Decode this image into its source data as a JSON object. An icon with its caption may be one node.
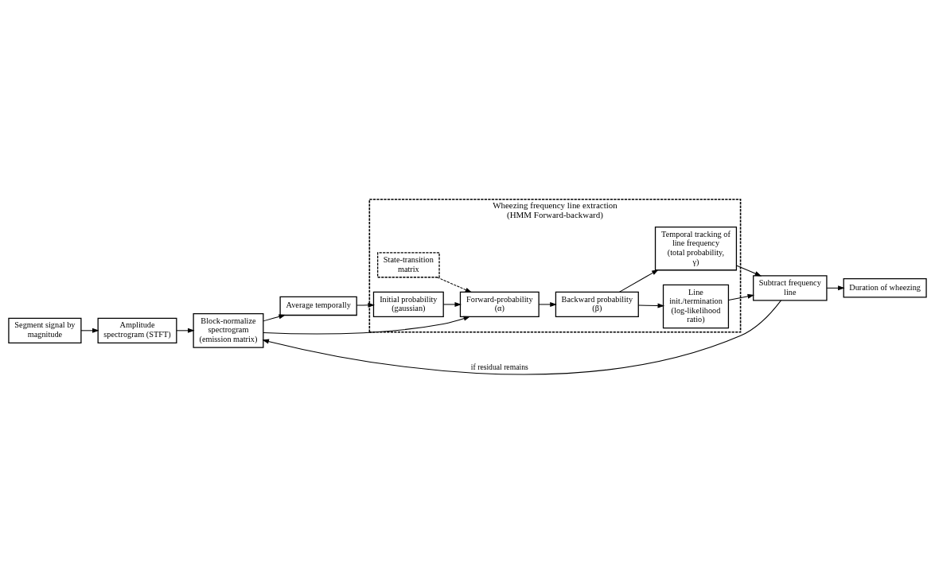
{
  "diagram": {
    "nodes": [
      {
        "text": [
          "Segment signal by magnitude"
        ]
      },
      {
        "text": [
          "Amplitude spectrogram (STFT)"
        ]
      },
      {
        "text": [
          "Block-normalize spectrogram (emission matrix)"
        ]
      },
      {
        "text": [
          "Average temporally"
        ]
      },
      {
        "text": [
          "Wheezing frequency line extraction (HMM Forward-backward)"
        ]
      },
      {
        "text": [
          "Forward-probability (α)"
        ],
        "in": 4
      },
      {
        "text": [
          "State-transition matrix"
        ],
        "in": 4
      },
      {
        "text": [
          "Initial probability (gaussian)"
        ],
        "in": 4
      },
      {
        "text": [
          "Backward probability (β)"
        ],
        "in": 4
      },
      {
        "text": [
          "Temporal tracking of line frequency (total probability, γ)"
        ],
        "in": 4
      },
      {
        "text": [
          "Line init./termination (log-likelihood ratio)"
        ],
        "in": 4
      },
      {
        "text": [
          "Subtract frequency line"
        ]
      },
      {
        "text": [
          "Duration of wheezing"
        ]
      }
    ],
    "edges": [
      {
        "from": 0,
        "to": 1,
        "arrow": "to"
      },
      {
        "from": 1,
        "to": 2,
        "arrow": "to"
      },
      {
        "from": 2,
        "to": 5,
        "arrow": "to"
      },
      {
        "from": 2,
        "to": 3,
        "arrow": "to"
      },
      {
        "from": 3,
        "to": 7,
        "arrow": "to"
      },
      {
        "from": 6,
        "to": 5,
        "arrow": "to",
        "style": "dashed"
      },
      {
        "from": 7,
        "to": 5,
        "arrow": "to"
      },
      {
        "from": 5,
        "to": 8,
        "arrow": "to"
      },
      {
        "from": 8,
        "to": 9,
        "arrow": "to"
      },
      {
        "from": 8,
        "to": 10,
        "arrow": "to"
      },
      {
        "from": 9,
        "to": 11,
        "arrow": "to"
      },
      {
        "from": 10,
        "to": 11,
        "arrow": "to"
      },
      {
        "from": 11,
        "to": 2,
        "arrow": "to",
        "label": "if residual remains"
      },
      {
        "from": 11,
        "to": 12,
        "arrow": "to"
      }
    ]
  }
}
